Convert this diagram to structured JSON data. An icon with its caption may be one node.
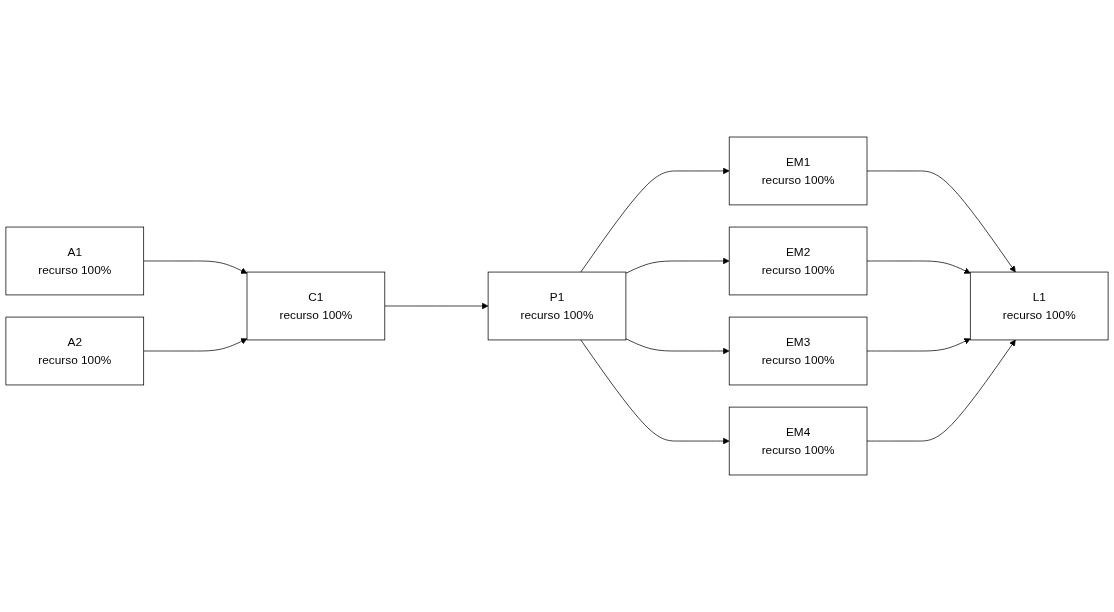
{
  "diagram": {
    "nodes": [
      {
        "text": [
          "A1",
          "recurso 100%"
        ]
      },
      {
        "text": [
          "A2",
          "recurso 100%"
        ]
      },
      {
        "text": [
          "C1",
          "recurso 100%"
        ]
      },
      {
        "text": [
          "P1",
          "recurso 100%"
        ]
      },
      {
        "text": [
          "EM1",
          "recurso 100%"
        ]
      },
      {
        "text": [
          "EM2",
          "recurso 100%"
        ]
      },
      {
        "text": [
          "EM3",
          "recurso 100%"
        ]
      },
      {
        "text": [
          "EM4",
          "recurso 100%"
        ]
      },
      {
        "text": [
          "L1",
          "recurso 100%"
        ]
      }
    ],
    "edges": [
      {
        "from": 0,
        "to": 2,
        "arrow": "to"
      },
      {
        "from": 1,
        "to": 2,
        "arrow": "to"
      },
      {
        "from": 2,
        "to": 3,
        "arrow": "to"
      },
      {
        "from": 3,
        "to": 4,
        "arrow": "to"
      },
      {
        "from": 3,
        "to": 5,
        "arrow": "to"
      },
      {
        "from": 3,
        "to": 6,
        "arrow": "to"
      },
      {
        "from": 3,
        "to": 7,
        "arrow": "to"
      },
      {
        "from": 4,
        "to": 8,
        "arrow": "to"
      },
      {
        "from": 5,
        "to": 8,
        "arrow": "to"
      },
      {
        "from": 6,
        "to": 8,
        "arrow": "to"
      },
      {
        "from": 7,
        "to": 8,
        "arrow": "to"
      }
    ]
  }
}
